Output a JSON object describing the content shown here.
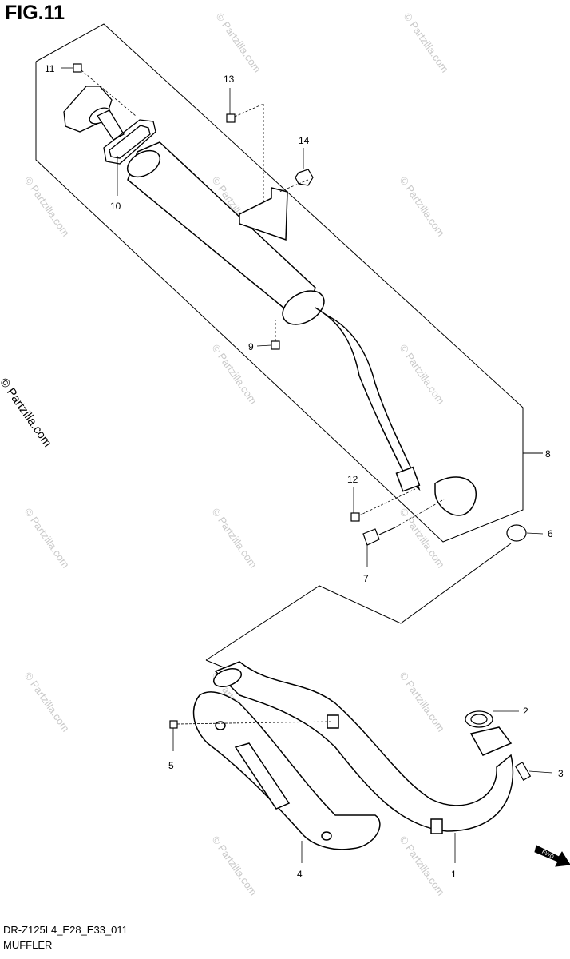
{
  "figure": {
    "title": "FIG.11",
    "model_code": "DR-Z125L4_E28_E33_011",
    "section_name": "MUFFLER",
    "copyright_side": "© Partzilla.com",
    "watermark": "© Partzilla.com",
    "fwd_label": "FWD"
  },
  "callouts": {
    "c1": "1",
    "c2": "2",
    "c3": "3",
    "c4": "4",
    "c5": "5",
    "c6": "6",
    "c7": "7",
    "c8": "8",
    "c9": "9",
    "c10": "10",
    "c11": "11",
    "c12": "12",
    "c13": "13",
    "c14": "14"
  },
  "colors": {
    "line": "#000000",
    "watermark": "#c9c9c9",
    "background": "#ffffff"
  }
}
